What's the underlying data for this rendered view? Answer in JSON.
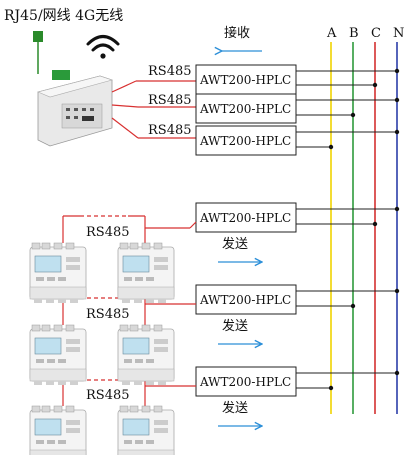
{
  "header": {
    "label": "RJ45/网线 4G无线"
  },
  "receive_label": "接收",
  "send_label": "发送",
  "rs485_label": "RS485",
  "module_label": "AWT200-HPLC",
  "phases": [
    "A",
    "B",
    "C",
    "N"
  ],
  "colors": {
    "phase_A": "#f0d400",
    "phase_B": "#2e9a3c",
    "phase_C": "#d43030",
    "phase_N": "#2c3ea8",
    "rs485_wire": "#d83030",
    "arrow": "#2c8fd8",
    "antenna": "#2a8a2a"
  }
}
